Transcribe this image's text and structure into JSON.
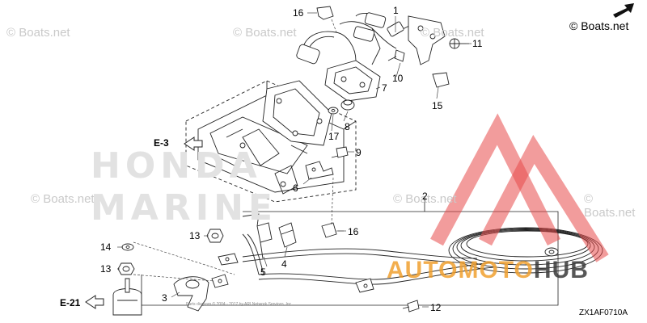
{
  "watermarks": {
    "site": "© Boats.net",
    "brand_line1": "HONDA",
    "brand_line2": "MARINE"
  },
  "header": {
    "copyright_top": "© Boats.net"
  },
  "arrows": {
    "e3": "E-3",
    "e21": "E-21"
  },
  "callouts": {
    "c1": "1",
    "c2": "2",
    "c3": "3",
    "c4": "4",
    "c5": "5",
    "c6": "6",
    "c7": "7",
    "c8": "8",
    "c9": "9",
    "c10": "10",
    "c11": "11",
    "c12": "12",
    "c13a": "13",
    "c13b": "13",
    "c14": "14",
    "c15": "15",
    "c16a": "16",
    "c16b": "16",
    "c17": "17"
  },
  "footer": {
    "diagram_code": "ZX1AF0710A",
    "fine_print": "Parts diagram © 2004 - 2017 by ARI Network Services, Inc."
  },
  "logo": {
    "part1": "AUTO",
    "part2": "MOTO",
    "part3": "HUB",
    "colors": {
      "triangle": "#e84a4a",
      "orange": "#f0a030",
      "dark": "#3a3a3a"
    }
  }
}
